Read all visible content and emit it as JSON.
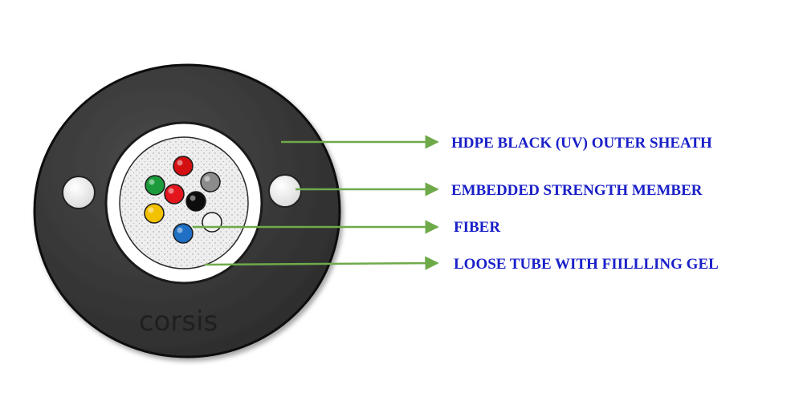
{
  "cable": {
    "brand": "corsis",
    "sheath_color": "#3b3b3b",
    "tube_color": "#ffffff",
    "gel_color": "#ececec",
    "strength_member_color": "#f4f4f4"
  },
  "fibers": [
    {
      "color_name": "red",
      "hex": "#d40f12"
    },
    {
      "color_name": "green",
      "hex": "#1b9b3b"
    },
    {
      "color_name": "red",
      "hex": "#e2161c"
    },
    {
      "color_name": "grey",
      "hex": "#8c8c8c"
    },
    {
      "color_name": "black",
      "hex": "#0d0d0d"
    },
    {
      "color_name": "yellow",
      "hex": "#f2c200"
    },
    {
      "color_name": "white",
      "hex": "#f2f2f2"
    },
    {
      "color_name": "blue",
      "hex": "#1f6fc4"
    }
  ],
  "callouts": [
    {
      "id": "outer-sheath",
      "label": "HDPE BLACK (UV)  OUTER SHEATH"
    },
    {
      "id": "strength-member",
      "label": "EMBEDDED STRENGTH MEMBER"
    },
    {
      "id": "fiber",
      "label": "FIBER"
    },
    {
      "id": "loose-tube",
      "label": "LOOSE TUBE WITH FIILLLING GEL"
    }
  ],
  "colors": {
    "arrow": "#6faa4a",
    "label_text": "#1a20c8"
  }
}
